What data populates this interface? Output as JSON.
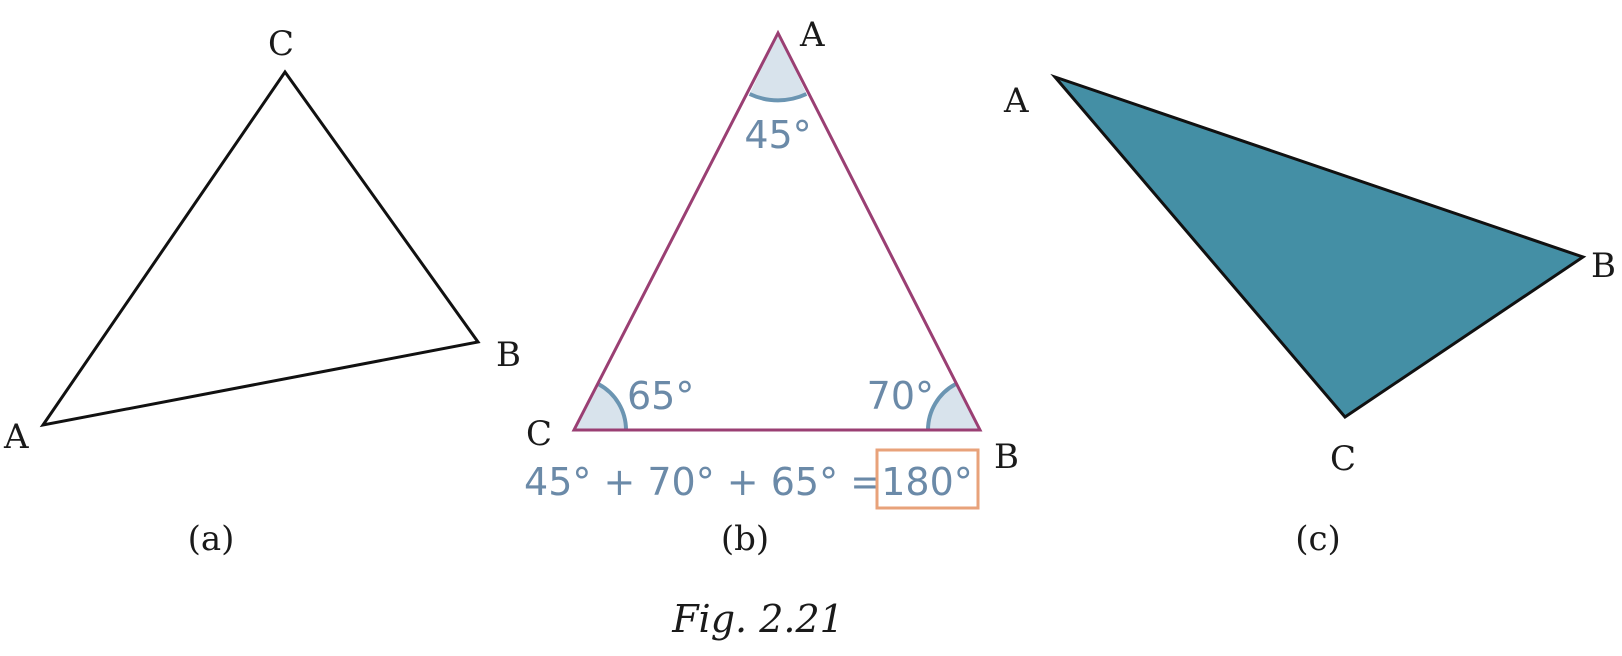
{
  "colors": {
    "outline": "#111111",
    "triangle_b_edge": "#9a3f73",
    "angle_fill": "#d8e3ec",
    "angle_stroke": "#6b95b2",
    "annotation_text": "#6b8aa8",
    "highlight_box": "#e8a27a",
    "triangle_c_fill": "#448fa5"
  },
  "figure_a": {
    "vertex_labels": {
      "A": "A",
      "B": "B",
      "C": "C"
    },
    "caption": "(a)"
  },
  "figure_b": {
    "vertex_labels": {
      "A": "A",
      "B": "B",
      "C": "C"
    },
    "angles": {
      "A": "45°",
      "B": "70°",
      "C": "65°"
    },
    "equation_lhs": "45° + 70° + 65° =",
    "equation_result": "180°",
    "caption": "(b)"
  },
  "figure_c": {
    "vertex_labels": {
      "A": "A",
      "B": "B",
      "C": "C"
    },
    "caption": "(c)"
  },
  "figure_caption": "Fig. 2.21"
}
